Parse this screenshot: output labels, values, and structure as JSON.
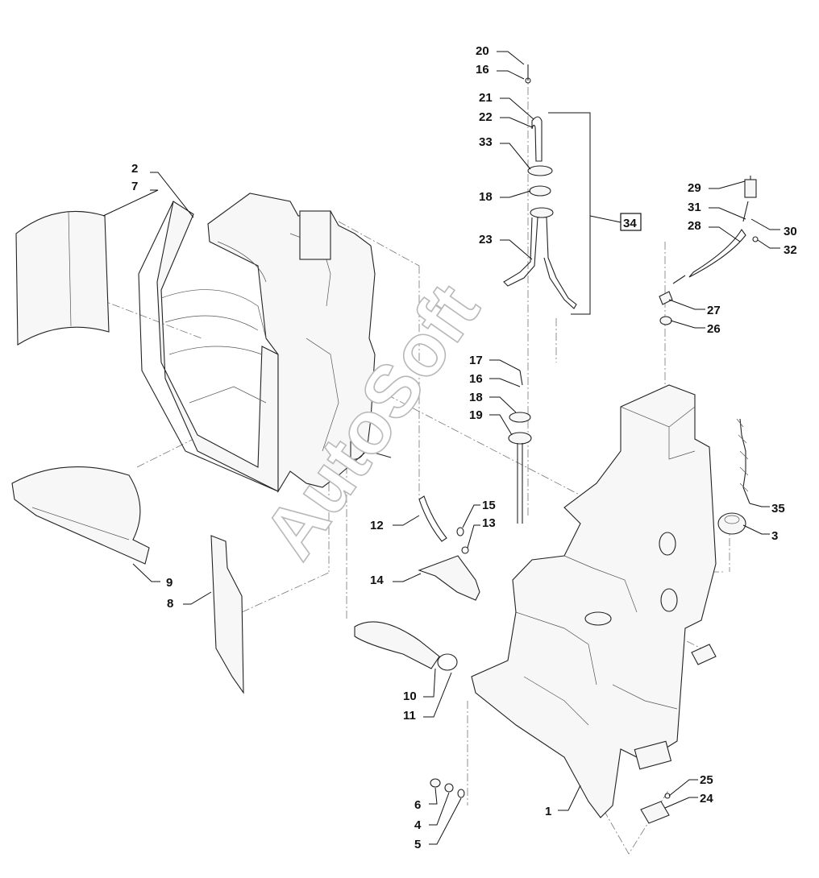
{
  "watermark": "AutoSoft",
  "callouts": {
    "c1": "1",
    "c2": "2",
    "c3": "3",
    "c4": "4",
    "c5": "5",
    "c6": "6",
    "c7": "7",
    "c8": "8",
    "c9": "9",
    "c10": "10",
    "c11": "11",
    "c12": "12",
    "c13": "13",
    "c14": "14",
    "c15": "15",
    "c16a": "16",
    "c16b": "16",
    "c17": "17",
    "c18a": "18",
    "c18b": "18",
    "c19": "19",
    "c20": "20",
    "c21": "21",
    "c22": "22",
    "c23": "23",
    "c24": "24",
    "c25": "25",
    "c26": "26",
    "c27": "27",
    "c28": "28",
    "c29": "29",
    "c30": "30",
    "c31": "31",
    "c32": "32",
    "c33": "33",
    "c34": "34",
    "c35": "35"
  }
}
